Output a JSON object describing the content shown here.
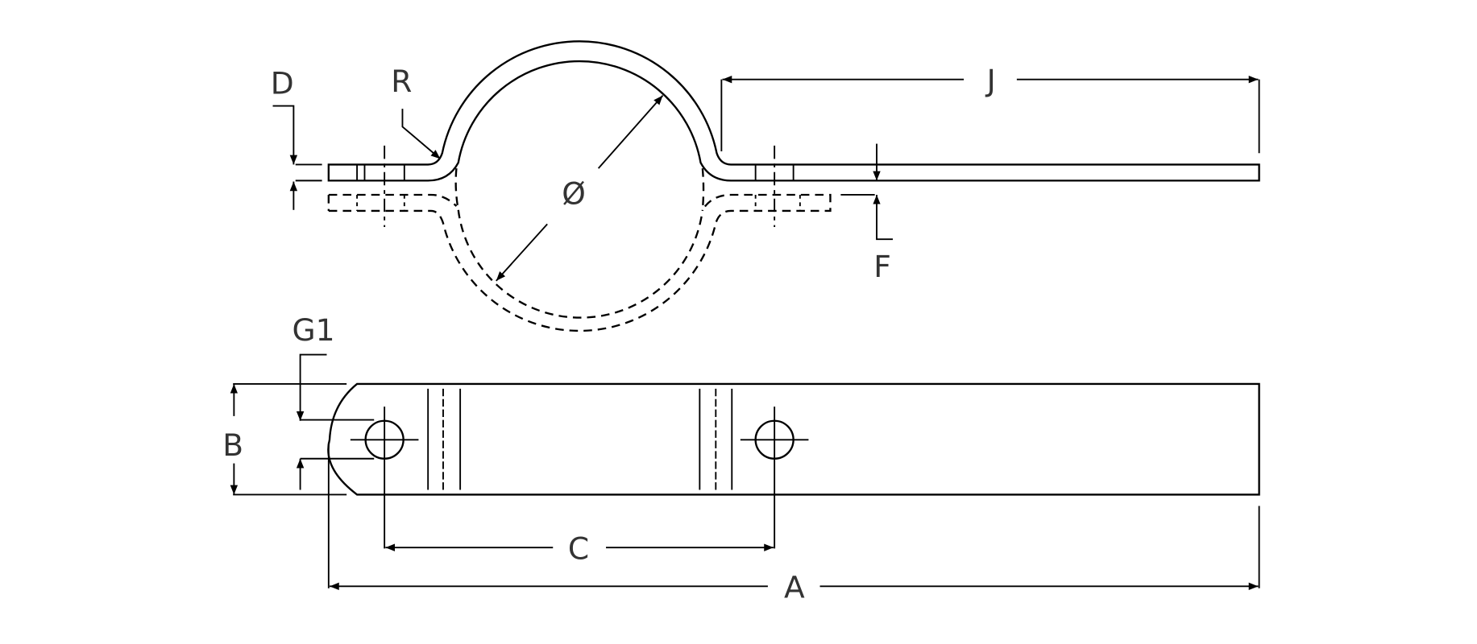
{
  "labels": {
    "D": "D",
    "R": "R",
    "J": "J",
    "diameter": "Ø",
    "F": "F",
    "G1": "G1",
    "B": "B",
    "C": "C",
    "A": "A"
  }
}
